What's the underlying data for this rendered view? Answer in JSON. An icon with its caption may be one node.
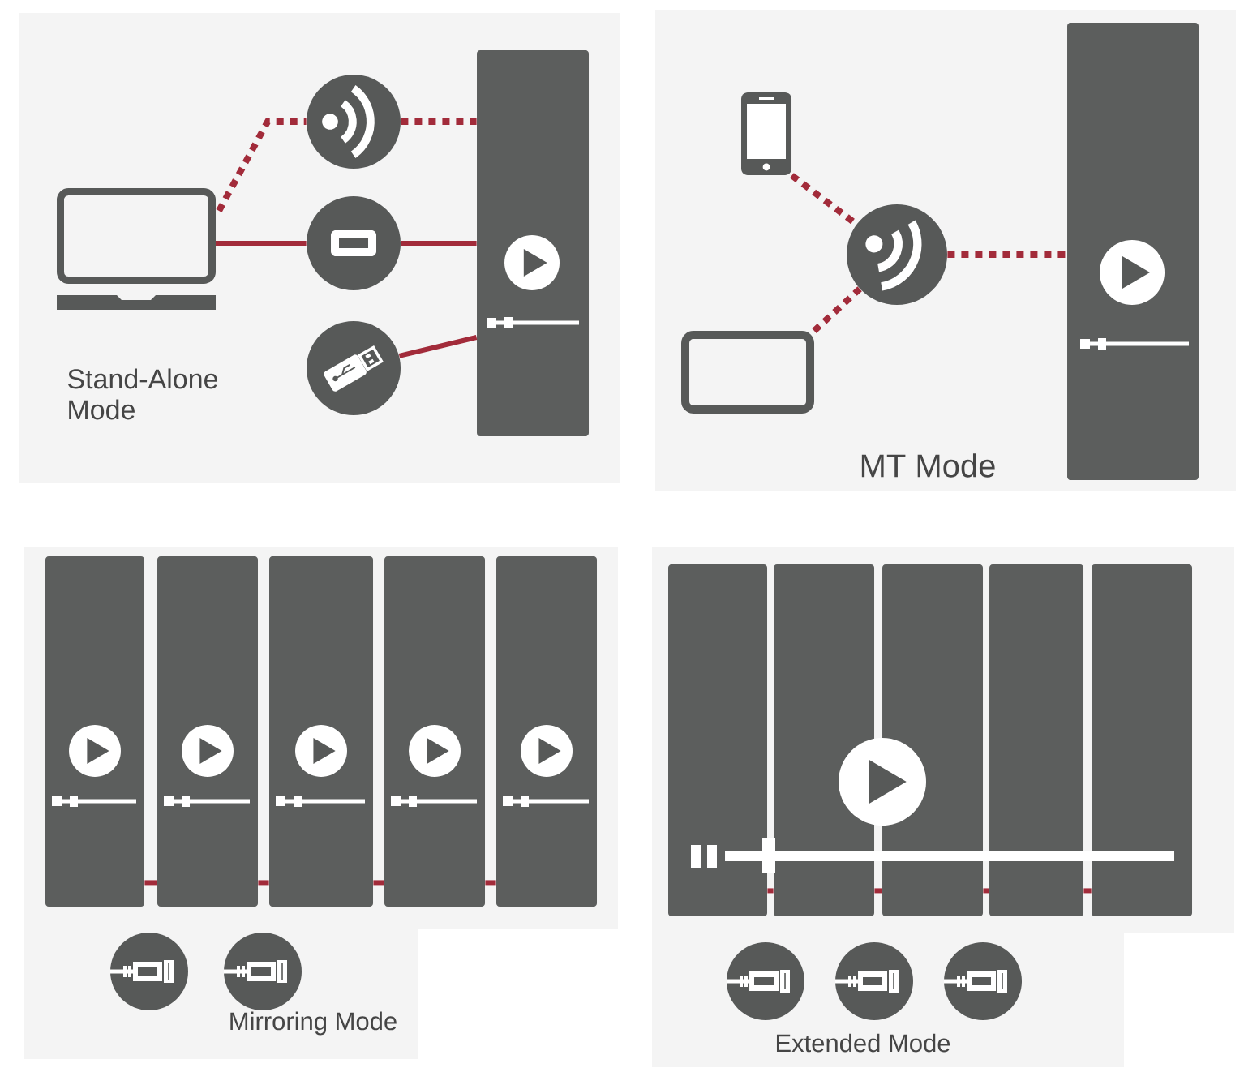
{
  "diagram": {
    "nodes": [
      {
        "text": [],
        "shape": "box"
      },
      {
        "text": [],
        "shape": "circle"
      },
      {
        "text": [],
        "shape": "circle"
      },
      {
        "text": [],
        "shape": "circle"
      },
      {
        "text": [],
        "shape": "box"
      },
      {
        "text": [],
        "shape": "picture"
      },
      {
        "text": [],
        "shape": "box"
      },
      {
        "text": [],
        "shape": "circle"
      },
      {
        "text": [],
        "shape": "box"
      },
      {
        "text": [],
        "shape": "box"
      },
      {
        "text": [],
        "shape": "box"
      },
      {
        "text": [],
        "shape": "box"
      },
      {
        "text": [],
        "shape": "box"
      },
      {
        "text": [],
        "shape": "box"
      },
      {
        "text": [],
        "shape": "circle"
      },
      {
        "text": [],
        "shape": "circle"
      },
      {
        "text": [],
        "shape": "box"
      },
      {
        "text": [],
        "shape": "box"
      },
      {
        "text": [],
        "shape": "box"
      },
      {
        "text": [],
        "shape": "box"
      },
      {
        "text": [],
        "shape": "box"
      },
      {
        "text": [],
        "shape": "circle"
      },
      {
        "text": [],
        "shape": "circle"
      },
      {
        "text": [],
        "shape": "circle"
      }
    ],
    "edges": [
      {
        "from": 0,
        "to": 1,
        "arrow": "none",
        "style": "dashed"
      },
      {
        "from": 1,
        "to": 4,
        "arrow": "none",
        "style": "dashed"
      },
      {
        "from": 0,
        "to": 2,
        "arrow": "none"
      },
      {
        "from": 2,
        "to": 4,
        "arrow": "none"
      },
      {
        "from": 3,
        "to": 4,
        "arrow": "none"
      },
      {
        "from": 5,
        "to": 7,
        "arrow": "none",
        "style": "dashed"
      },
      {
        "from": 6,
        "to": 7,
        "arrow": "none",
        "style": "dashed"
      },
      {
        "from": 7,
        "to": 8,
        "arrow": "none",
        "style": "dashed"
      },
      {
        "from": 9,
        "to": 10,
        "arrow": "none"
      },
      {
        "from": 10,
        "to": 11,
        "arrow": "none"
      },
      {
        "from": 11,
        "to": 12,
        "arrow": "none"
      },
      {
        "from": 12,
        "to": 13,
        "arrow": "none"
      },
      {
        "from": 16,
        "to": 17,
        "arrow": "none"
      },
      {
        "from": 17,
        "to": 18,
        "arrow": "none"
      },
      {
        "from": 18,
        "to": 19,
        "arrow": "none"
      },
      {
        "from": 19,
        "to": 20,
        "arrow": "none"
      }
    ],
    "labels": [
      "Stand-Alone Mode",
      "MT Mode",
      "Mirroring Mode",
      "Extended Mode"
    ]
  }
}
